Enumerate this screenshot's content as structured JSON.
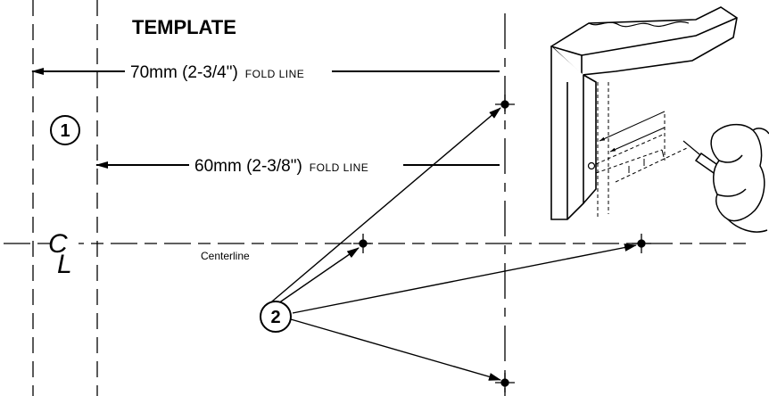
{
  "title": "TEMPLATE",
  "dim_70": {
    "value": "70mm (2-3/4\")",
    "suffix": "FOLD LINE"
  },
  "dim_60": {
    "value": "60mm (2-3/8\")",
    "suffix": "FOLD LINE"
  },
  "centerline_label": "Centerline",
  "cl_symbol": {
    "c": "C",
    "l": "L"
  },
  "callouts": {
    "one": "1",
    "two": "2"
  },
  "colors": {
    "ink": "#000000",
    "paper": "#ffffff"
  },
  "icons": [
    "centerline-symbol-icon",
    "crosshair-mark-icon",
    "cabinet-illustration-icon",
    "hand-with-awl-icon"
  ]
}
